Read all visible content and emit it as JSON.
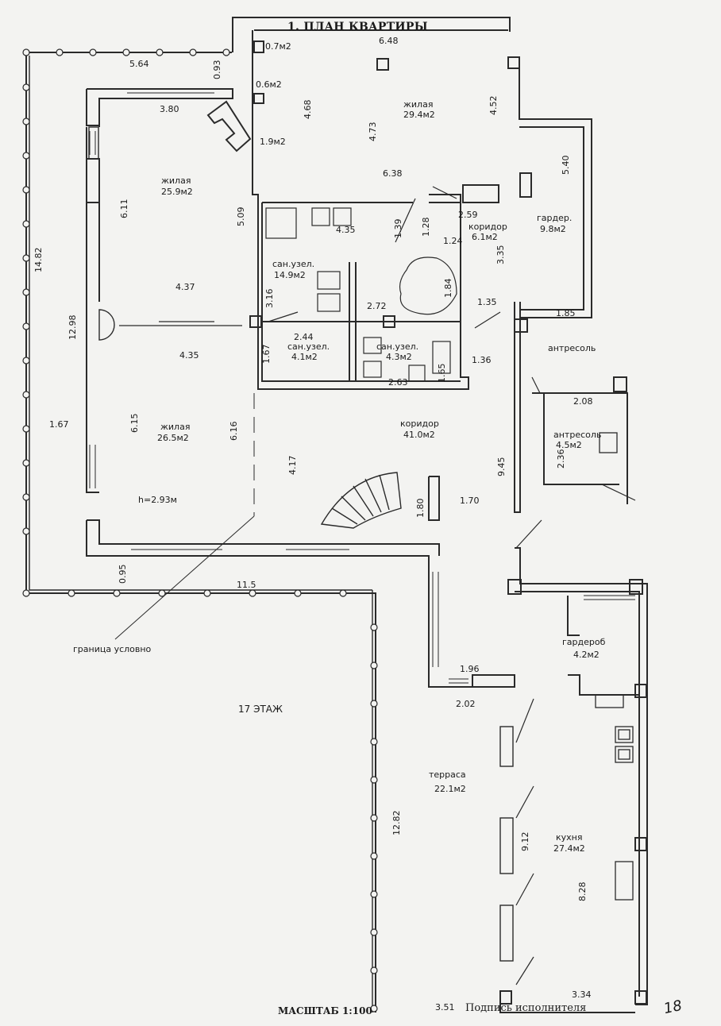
{
  "title": "1. ПЛАН КВАРТИРЫ",
  "footer": {
    "scale": "МАСШТАБ 1:100",
    "signature": "Подпись исполнителя",
    "page_number": "18"
  },
  "floor_label": "17 ЭТАЖ",
  "boundary_note": "граница условно",
  "rooms": {
    "living_top": {
      "name": "жилая",
      "area": "29.4м2"
    },
    "living_left": {
      "name": "жилая",
      "area": "25.9м2"
    },
    "living_bottom": {
      "name": "жилая",
      "area": "26.5м2"
    },
    "ceiling_height": "h=2.93м",
    "bath_large": {
      "name": "сан.узел.",
      "area": "14.9м2"
    },
    "bath_small1": {
      "name": "сан.узел.",
      "area": "4.1м2"
    },
    "bath_small2": {
      "name": "сан.узел.",
      "area": "4.3м2"
    },
    "corridor_small": {
      "name": "коридор",
      "area": "6.1м2"
    },
    "wardrobe_top": {
      "name": "гардер.",
      "area": "9.8м2"
    },
    "mezzanine_label": "антресоль",
    "mezzanine": {
      "name": "антресоль",
      "area": "4.5м2"
    },
    "corridor_big": {
      "name": "коридор",
      "area": "41.0м2"
    },
    "wardrobe_bottom": {
      "name": "гардероб",
      "area": "4.2м2"
    },
    "terrace": {
      "name": "терраса",
      "area": "22.1м2"
    },
    "kitchen": {
      "name": "кухня",
      "area": "27.4м2"
    },
    "small_area_1": "0.7м2",
    "small_area_2": "0.6м2",
    "small_area_3": "1.9м2"
  },
  "dims": {
    "d_6_48": "6.48",
    "d_5_64": "5.64",
    "d_0_93": "0.93",
    "d_3_80": "3.80",
    "d_4_68": "4.68",
    "d_4_73": "4.73",
    "d_4_52": "4.52",
    "d_6_38": "6.38",
    "d_5_40": "5.40",
    "d_6_11": "6.11",
    "d_5_09": "5.09",
    "d_4_35a": "4.35",
    "d_1_39": "1.39",
    "d_1_28": "1.28",
    "d_2_59": "2.59",
    "d_1_24": "1.24",
    "d_3_35": "3.35",
    "d_14_82": "14.82",
    "d_4_37": "4.37",
    "d_3_16": "3.16",
    "d_1_84": "1.84",
    "d_2_72": "2.72",
    "d_1_35": "1.35",
    "d_1_85": "1.85",
    "d_12_98": "12.98",
    "d_2_44": "2.44",
    "d_4_35b": "4.35",
    "d_1_67a": "1.67",
    "d_2_63": "2.63",
    "d_1_65": "1.65",
    "d_1_36": "1.36",
    "d_2_08": "2.08",
    "d_1_67b": "1.67",
    "d_6_15": "6.15",
    "d_6_16": "6.16",
    "d_2_36": "2.36",
    "d_9_45": "9.45",
    "d_4_17": "4.17",
    "d_1_80": "1.80",
    "d_1_70": "1.70",
    "d_0_95": "0.95",
    "d_11_5": "11.5",
    "d_1_96": "1.96",
    "d_2_02": "2.02",
    "d_12_82": "12.82",
    "d_9_12": "9.12",
    "d_8_28": "8.28",
    "d_3_51": "3.51",
    "d_3_34": "3.34"
  }
}
